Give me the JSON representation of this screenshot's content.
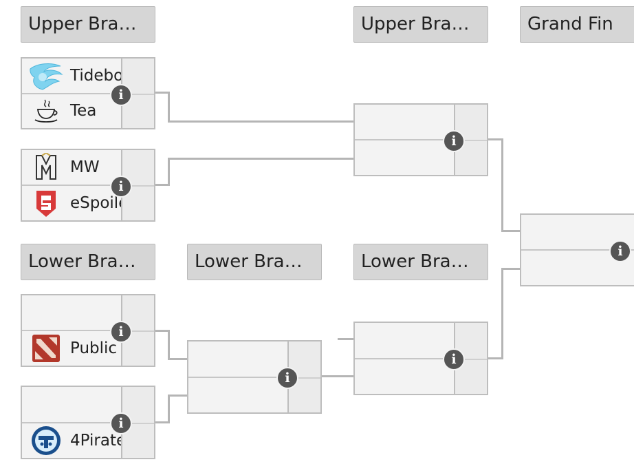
{
  "headers": {
    "upper_r1": "Upper Bra…",
    "upper_r2": "Upper Bra…",
    "grand_final": "Grand Fin",
    "lower_r1": "Lower Bra…",
    "lower_r2": "Lower Bra…",
    "lower_r3": "Lower Bra…"
  },
  "matches": {
    "ub1": {
      "team1": "Tidebo",
      "team2": "Tea",
      "team1_logo": "tidebound-logo",
      "team2_logo": "tea-cup-logo"
    },
    "ub2": {
      "team1": "MW",
      "team2": "eSpoile",
      "team1_logo": "mw-logo",
      "team2_logo": "espoiled-logo"
    },
    "lb1": {
      "team1": "",
      "team2": "Public",
      "team2_logo": "dota-logo"
    },
    "lb2": {
      "team1": "",
      "team2": "4Pirate",
      "team2_logo": "4pirates-logo"
    },
    "ubf": {
      "team1": "",
      "team2": ""
    },
    "lbr2": {
      "team1": "",
      "team2": ""
    },
    "lbf": {
      "team1": "",
      "team2": ""
    },
    "gf": {
      "team1": "",
      "team2": ""
    }
  },
  "info_icon_glyph": "i",
  "colors": {
    "header_bg": "#d6d6d6",
    "match_bg": "#f3f3f3",
    "connector": "#b5b5b5",
    "info_icon": "#555555"
  }
}
